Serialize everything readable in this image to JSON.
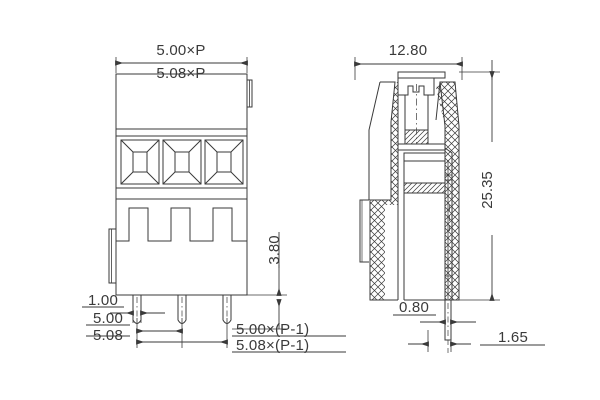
{
  "drawing": {
    "type": "engineering-drawing",
    "subject": "pluggable terminal block connector",
    "background_color": "#ffffff",
    "line_color": "#3a3a3a",
    "views": [
      {
        "name": "front-view",
        "position": "left"
      },
      {
        "name": "side-section-view",
        "position": "right"
      }
    ]
  },
  "dimensions": {
    "front": {
      "top_pitch_primary": "5.00×P",
      "top_pitch_secondary": "5.08×P",
      "pin_width": "1.00",
      "pitch_primary": "5.00",
      "pitch_secondary": "5.08",
      "span_primary": "5.00×(P-1)",
      "span_secondary": "5.08×(P-1)",
      "pin_length": "3.80"
    },
    "side": {
      "width": "12.80",
      "height": "25.35",
      "pin_thickness": "0.80",
      "pin_offset": "1.65"
    }
  }
}
